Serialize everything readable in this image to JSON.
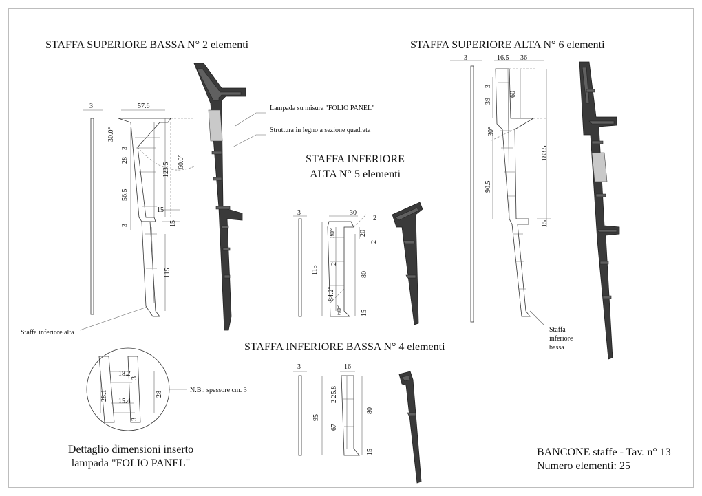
{
  "titles": {
    "superiore_bassa": "STAFFA SUPERIORE BASSA N° 2 elementi",
    "superiore_alta": "STAFFA SUPERIORE ALTA  N° 6 elementi",
    "inferiore_alta_line1": "STAFFA INFERIORE",
    "inferiore_alta_line2": "ALTA  N° 5 elementi",
    "inferiore_bassa": "STAFFA INFERIORE BASSA  N° 4 elementi"
  },
  "notes": {
    "lampada": "Lampada su misura  \"FOLIO PANEL\"",
    "struttura": "Struttura in legno a sezione quadrata",
    "staffa_inferiore_alta": "Staffa inferiore alta",
    "staffa_inferiore_bassa_1": "Staffa",
    "staffa_inferiore_bassa_2": "inferiore",
    "staffa_inferiore_bassa_3": "bassa",
    "spessore": "N.B.: spessore cm. 3"
  },
  "detail": {
    "line1": "Dettaglio dimensioni inserto",
    "line2": "lampada \"FOLIO PANEL\""
  },
  "footer": {
    "line1": "BANCONE staffe - Tav. n° 13",
    "line2": "Numero elementi: 25"
  },
  "dims": {
    "sb_thick": "3",
    "sb_width": "57.6",
    "sb_angle30": "30.0°",
    "sb_angle60": "60.0°",
    "sb_3a": "3",
    "sb_28": "28",
    "sb_1235": "123.5",
    "sb_565": "56.5",
    "sb_15": "15",
    "sb_3b": "3",
    "sb_15b": "15",
    "sb_115": "115",
    "sa_thick": "3",
    "sa_165": "16.5",
    "sa_36": "36",
    "sa_3": "3",
    "sa_60": "60",
    "sa_39": "39",
    "sa_30": "30°",
    "sa_1835": "183.5",
    "sa_905": "90.5",
    "sa_15": "15",
    "ia_thick": "3",
    "ia_30": "30",
    "ia_2a": "2",
    "ia_20": "20",
    "ia_2b": "2",
    "ia_30deg": "30°",
    "ia_115": "115",
    "ia_2c": "2",
    "ia_80": "80",
    "ia_842": "84.2°",
    "ia_60deg": "60°",
    "ia_15": "15",
    "ib_thick": "3",
    "ib_16": "16",
    "ib_258": "2 25.8",
    "ib_95": "95",
    "ib_80": "80",
    "ib_67": "67",
    "ib_15": "15",
    "det_182": "18.2",
    "det_281": "28.1",
    "det_28": "28",
    "det_154": "15.4",
    "det_3a": "3",
    "det_3b": "3"
  }
}
